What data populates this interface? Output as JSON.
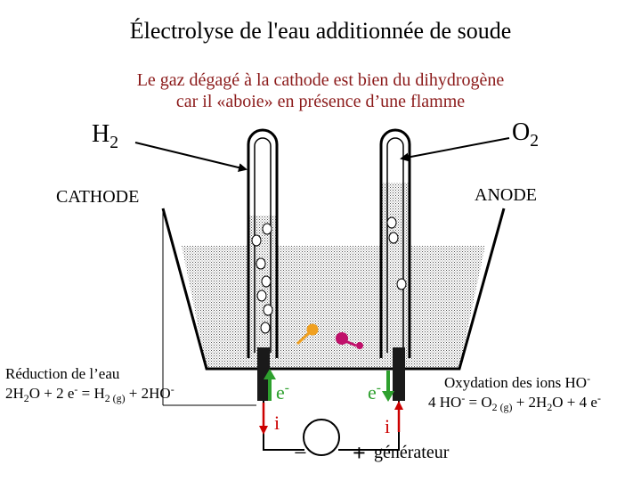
{
  "title": "Électrolyse de l'eau additionnée de soude",
  "subtitle": {
    "line1": "Le gaz dégagé à la cathode est bien du dihydrogène",
    "line2": "car il «aboie» en présence d’une flamme"
  },
  "labels": {
    "h2": {
      "main": "H",
      "sub": "2"
    },
    "o2": {
      "main": "O",
      "sub": "2"
    },
    "cathode": "CATHODE",
    "anode": "ANODE",
    "electron_left": {
      "main": "e",
      "sup": "-"
    },
    "electron_right": {
      "main": "e",
      "sup": "-"
    },
    "current_left": "i",
    "current_right": "i",
    "minus": "−",
    "plus": "+",
    "generator": "générateur"
  },
  "reduction": {
    "title": "Réduction de l’eau",
    "eq": {
      "a": "2H",
      "a_sub": "2",
      "b": "O + 2 e",
      "b_sup": "-",
      "c": " = H",
      "c_sub": "2 (g)",
      "d": " + 2HO",
      "d_sup": "-"
    }
  },
  "oxidation": {
    "title_main": "Oxydation des ions HO",
    "title_sup": "-",
    "eq": {
      "a": "4 HO",
      "a_sup": "-",
      "b": " = O",
      "b_sub": "2 (g)",
      "c": " + 2H",
      "c_sub": "2",
      "d": "O + 4 e",
      "d_sup": "-"
    }
  },
  "colors": {
    "electron_arrow": "#2ea02e",
    "current_arrow": "#cc0000",
    "sodium_ion": "#f0a020",
    "hydroxide_ion": "#c0106a",
    "subtitle_text": "#8b1a1a"
  }
}
